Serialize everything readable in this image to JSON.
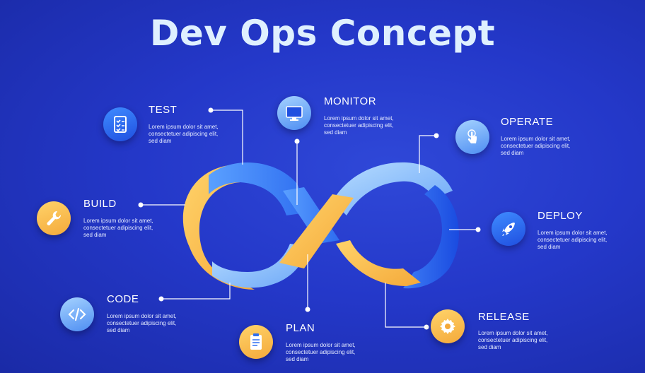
{
  "title": "Dev Ops Concept",
  "description": "Lorem ipsum dolor sit amet, consectetuer adipiscing elit, sed diam",
  "colors": {
    "background": "#2438c9",
    "loop_blue": "#2f6ff0",
    "loop_light_blue": "#7ec0ff",
    "loop_yellow": "#f9c252",
    "title": "#dff0ff"
  },
  "stages": [
    {
      "id": "test",
      "label": "TEST",
      "icon": "checklist-icon"
    },
    {
      "id": "build",
      "label": "BUILD",
      "icon": "wrench-icon"
    },
    {
      "id": "code",
      "label": "CODE",
      "icon": "code-brackets-icon"
    },
    {
      "id": "monitor",
      "label": "MONITOR",
      "icon": "monitor-icon"
    },
    {
      "id": "plan",
      "label": "PLAN",
      "icon": "clipboard-icon"
    },
    {
      "id": "operate",
      "label": "OPERATE",
      "icon": "touch-hand-icon"
    },
    {
      "id": "deploy",
      "label": "DEPLOY",
      "icon": "rocket-icon"
    },
    {
      "id": "release",
      "label": "RELEASE",
      "icon": "gear-icon"
    }
  ]
}
